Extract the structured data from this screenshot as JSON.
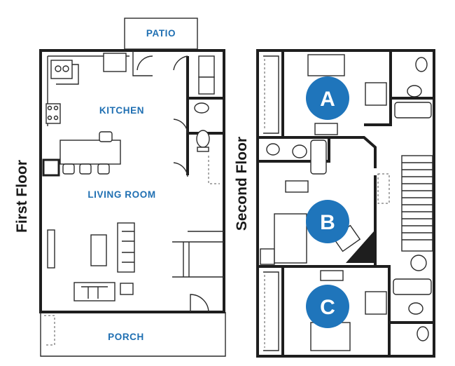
{
  "floors": {
    "first": "First Floor",
    "second": "Second Floor"
  },
  "rooms": {
    "patio": "PATIO",
    "kitchen": "KITCHEN",
    "living_room": "LIVING ROOM",
    "porch": "PORCH"
  },
  "bedrooms": [
    {
      "letter": "A"
    },
    {
      "letter": "B"
    },
    {
      "letter": "C"
    }
  ],
  "colors": {
    "accent": "#1f75bb",
    "label": "#1f6fb2",
    "wall": "#1e1e1e",
    "floor_label": "#1a1a1a"
  }
}
